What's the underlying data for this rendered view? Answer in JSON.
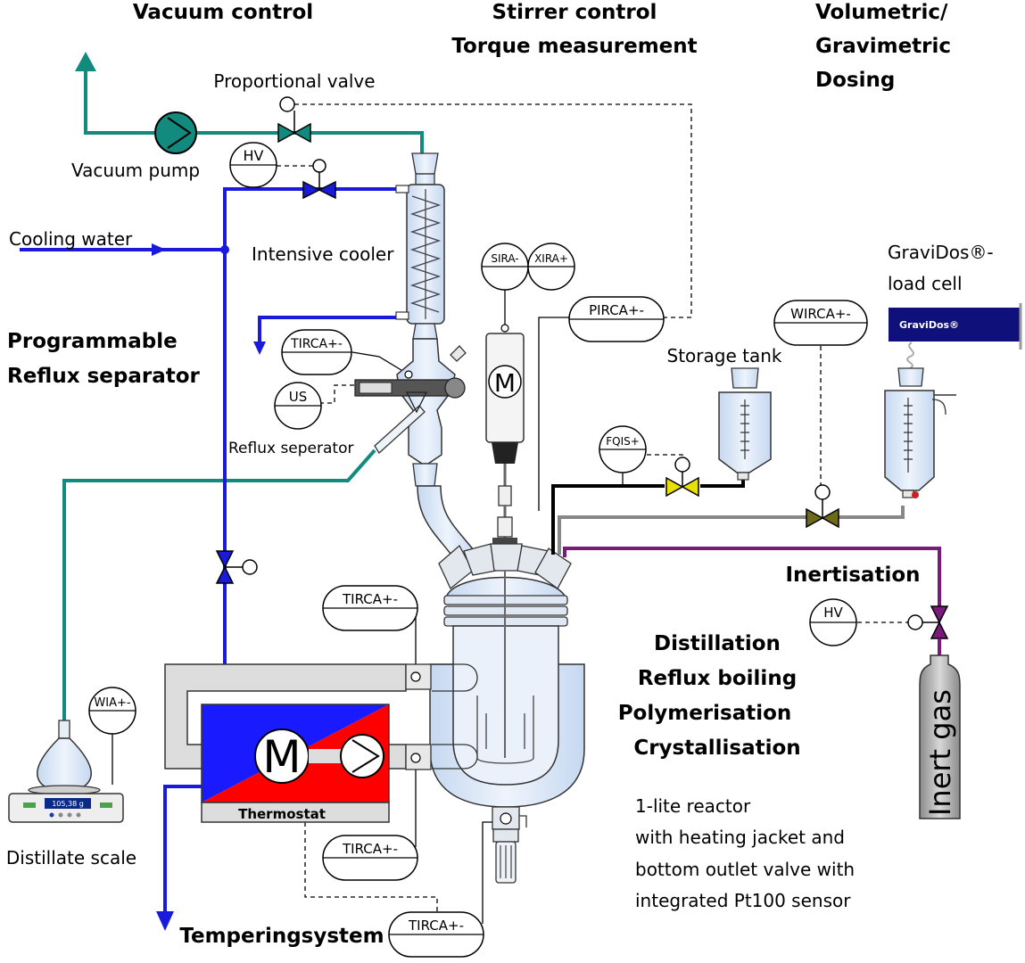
{
  "headings": {
    "vacuum_control": "Vacuum control",
    "stirrer_control": "Stirrer control",
    "torque_measurement": "Torque measurement",
    "dosing_1": "Volumetric/",
    "dosing_2": "Gravimetric",
    "dosing_3": "Dosing",
    "reflux_1": "Programmable",
    "reflux_2": "Reflux separator",
    "inertisation": "Inertisation",
    "process_1": "Distillation",
    "process_2": "Reflux boiling",
    "process_3": "Polymerisation",
    "process_4": "Crystallisation",
    "tempering": "Temperingsystem"
  },
  "labels": {
    "proportional_valve": "Proportional valve",
    "vacuum_pump": "Vacuum pump",
    "cooling_water": "Cooling water",
    "intensive_cooler": "Intensive cooler",
    "reflux_seperator": "Reflux seperator",
    "storage_tank": "Storage tank",
    "gravidos_1": "GraviDos®-",
    "gravidos_2": "load cell",
    "gravidos_brand": "GraviDos®",
    "distillate_scale": "Distillate scale",
    "thermostat": "Thermostat",
    "inert_gas": "Inert gas",
    "scale_display": "105,38 g",
    "motor_symbol": "M"
  },
  "reactor_description": [
    "1-lite reactor",
    "with heating jacket and",
    "bottom outlet valve with",
    "integrated Pt100 sensor"
  ],
  "instruments": {
    "hv_top": "HV",
    "hv_inert": "HV",
    "us": "US",
    "tirca_reflux": "TIRCA+-",
    "tirca_jacket": "TIRCA+-",
    "tirca_thermostat": "TIRCA+-",
    "tirca_bottom": "TIRCA+-",
    "sira": "SIRA-",
    "xira": "XIRA+",
    "pirca": "PIRCA+-",
    "wirca": "WIRCA+-",
    "fqis": "FQIS+",
    "wia": "WIA+-"
  },
  "colors": {
    "vacuum_line": "#128a7e",
    "cooling_line": "#1a1adc",
    "inert_line": "#7a1a7a",
    "dosing_valve": "#e8e000",
    "gravidos_bar": "#10107a",
    "thermostat_hot": "#ff0000",
    "thermostat_cold": "#1a1aff",
    "glass": "#cfe0f5"
  }
}
